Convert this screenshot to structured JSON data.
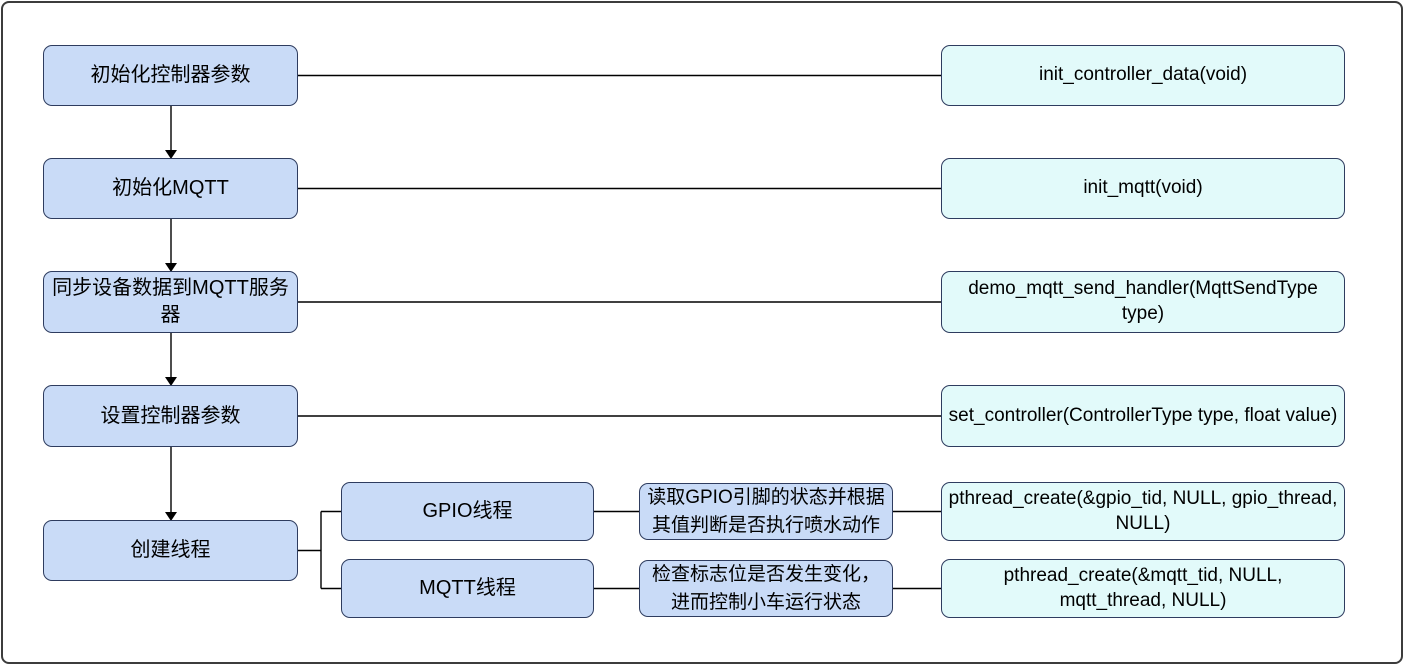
{
  "colors": {
    "step_box_fill": "#c9dbf7",
    "code_box_fill": "#e2fafa",
    "box_border": "#2e3c5f",
    "connector_line": "#000000",
    "frame_border": "#3c3c3c"
  },
  "flow": {
    "steps": [
      {
        "label": "初始化控制器参数",
        "function": "init_controller_data(void)"
      },
      {
        "label": "初始化MQTT",
        "function": "init_mqtt(void)"
      },
      {
        "label": "同步设备数据到MQTT服务器",
        "function": "demo_mqtt_send_handler(MqttSendType type)"
      },
      {
        "label": "设置控制器参数",
        "function": "set_controller(ControllerType type, float value)"
      },
      {
        "label": "创建线程"
      }
    ],
    "threads": [
      {
        "name": "GPIO线程",
        "description": "读取GPIO引脚的状态并根据其值判断是否执行喷水动作",
        "function": "pthread_create(&gpio_tid, NULL, gpio_thread, NULL)"
      },
      {
        "name": "MQTT线程",
        "description": "检查标志位是否发生变化，进而控制小车运行状态",
        "function": "pthread_create(&mqtt_tid, NULL, mqtt_thread, NULL)"
      }
    ]
  }
}
